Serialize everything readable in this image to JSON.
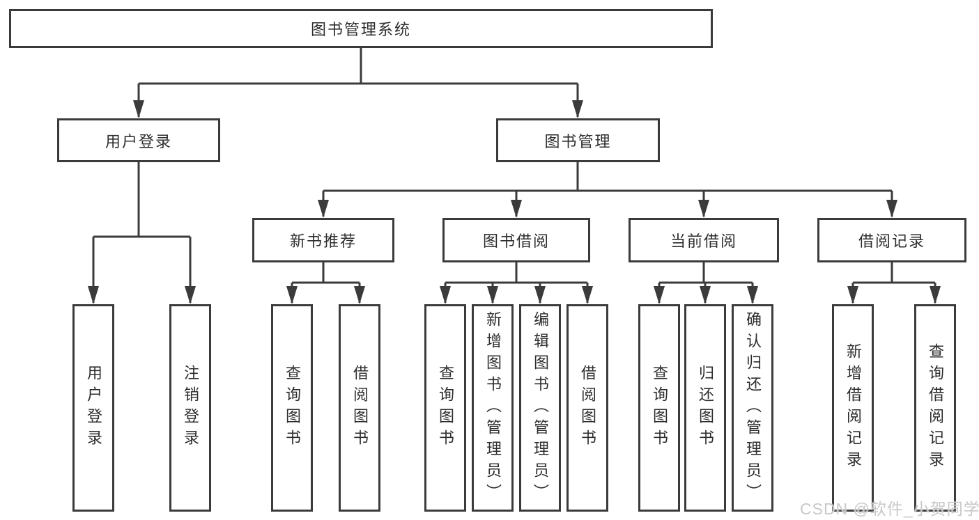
{
  "diagram_title": "图书管理系统",
  "tree": {
    "root": {
      "label": "图书管理系统"
    },
    "user_login": {
      "label": "用户登录",
      "children": [
        {
          "label": "用户登录"
        },
        {
          "label": "注销登录"
        }
      ]
    },
    "book_management": {
      "label": "图书管理",
      "sections": {
        "new_book_recommend": {
          "label": "新书推荐",
          "children": [
            {
              "label": "查询图书"
            },
            {
              "label": "借阅图书"
            }
          ]
        },
        "book_borrow": {
          "label": "图书借阅",
          "children": [
            {
              "label": "查询图书"
            },
            {
              "label": "新增图书（管理员）"
            },
            {
              "label": "编辑图书（管理员）"
            },
            {
              "label": "借阅图书"
            }
          ]
        },
        "current_borrow": {
          "label": "当前借阅",
          "children": [
            {
              "label": "查询图书"
            },
            {
              "label": "归还图书"
            },
            {
              "label": "确认归还（管理员）"
            }
          ]
        },
        "borrow_records": {
          "label": "借阅记录",
          "children": [
            {
              "label": "新增借阅记录"
            },
            {
              "label": "查询借阅记录"
            }
          ]
        }
      }
    }
  },
  "watermark": {
    "text": "CSDN @软件_小贺同学"
  },
  "colors": {
    "line": "#3b3b3b",
    "box_border": "#3b3b3b",
    "text": "#2d2d2d",
    "background": "#ffffff",
    "watermark": "#c8c8c8"
  }
}
